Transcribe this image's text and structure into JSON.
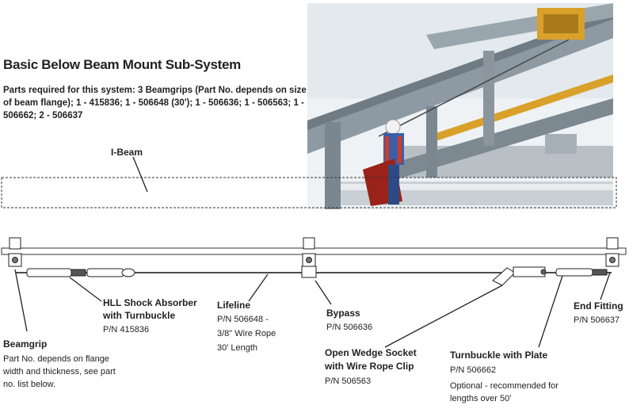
{
  "title": "Basic Below Beam Mount Sub-System",
  "intro": "Parts required for this system: 3 Beamgrips (Part No. depends on size of beam flange); 1 - 415836; 1 - 506648 (30'); 1 - 506636; 1 - 506563; 1 - 506662; 2 - 506637",
  "labels": {
    "ibeam": "I-Beam",
    "shock_title_1": "HLL Shock Absorber",
    "shock_title_2": "with Turnbuckle",
    "shock_pn": "P/N 415836",
    "lifeline_title": "Lifeline",
    "lifeline_pn": "P/N 506648 -",
    "lifeline_spec": "3/8\" Wire Rope",
    "lifeline_length": "30' Length",
    "bypass_title": "Bypass",
    "bypass_pn": "P/N 506636",
    "endfitting_title": "End Fitting",
    "endfitting_pn": "P/N 506637",
    "beamgrip_title": "Beamgrip",
    "beamgrip_note_1": "Part No. depends on flange",
    "beamgrip_note_2": "width and thickness, see part",
    "beamgrip_note_3": "no. list below.",
    "wedge_title_1": "Open Wedge Socket",
    "wedge_title_2": "with Wire Rope Clip",
    "wedge_pn": "P/N 506563",
    "turnbuckle_title": "Turnbuckle with Plate",
    "turnbuckle_pn": "P/N 506662",
    "turnbuckle_note_1": "Optional - recommended for",
    "turnbuckle_note_2": "lengths over 50'"
  },
  "colors": {
    "text": "#222222",
    "beam_gold": "#d9a02a",
    "steel": "#8e9aa3",
    "sky": "#e6ecef"
  }
}
